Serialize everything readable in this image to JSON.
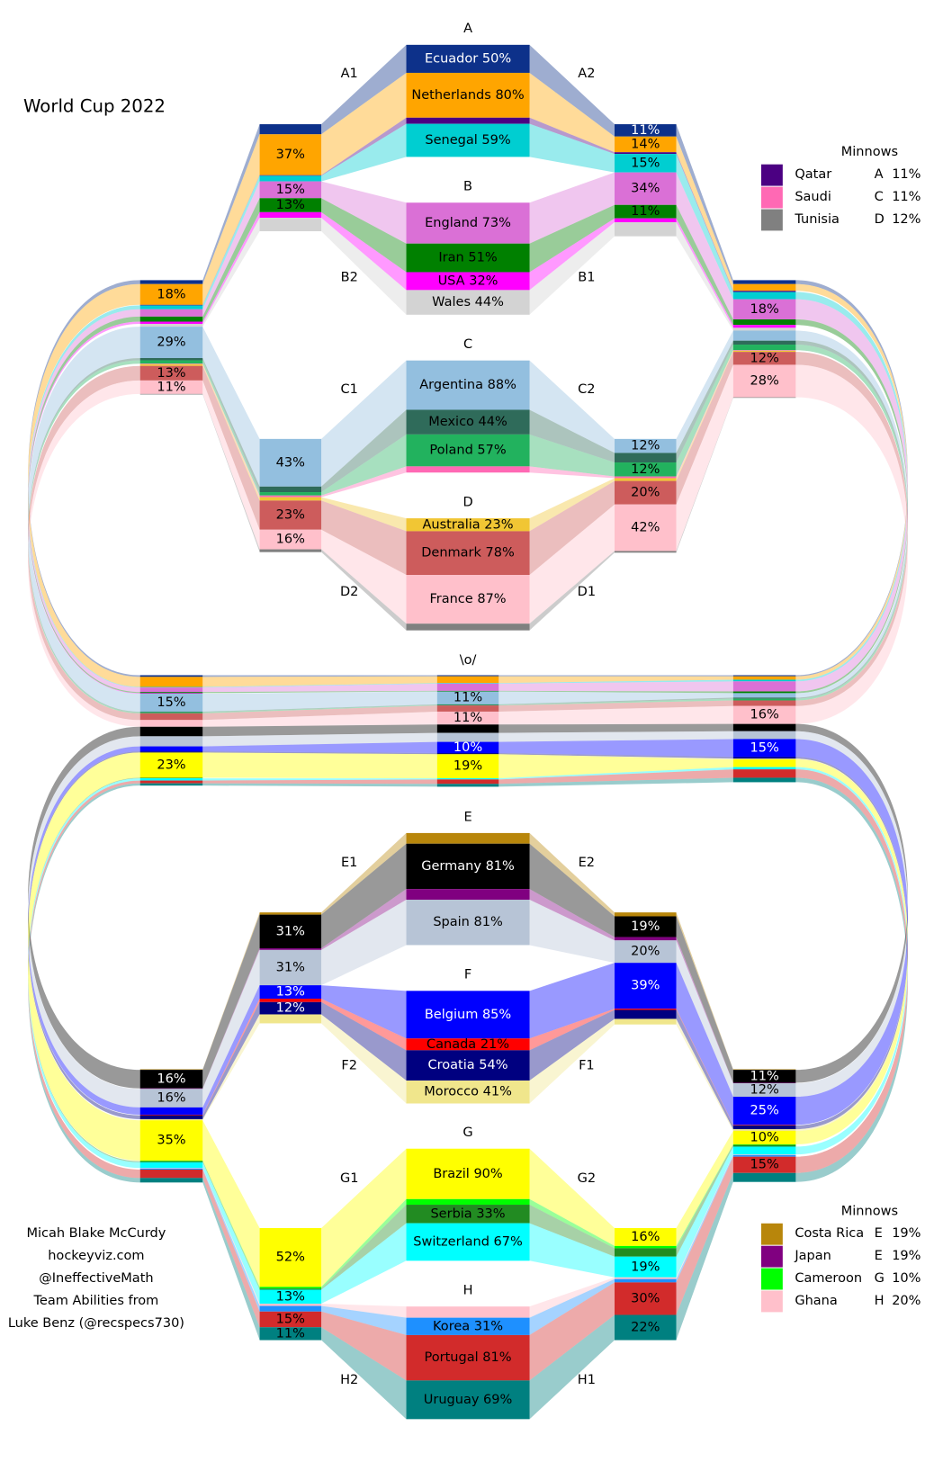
{
  "chart_data": {
    "type": "sankey-bracket",
    "title": "World Cup 2022",
    "team_colors": {
      "Ecuador": "#0d318a",
      "Netherlands": "#ffa500",
      "Qatar": "#4b0082",
      "Senegal": "#00ced1",
      "England": "#da70d6",
      "Iran": "#008000",
      "USA": "#ff00ff",
      "Wales": "#d3d3d3",
      "Argentina": "#93bfdf",
      "Mexico": "#2f6b5a",
      "Poland": "#22b25e",
      "Saudi": "#ff69b4",
      "Australia": "#f1c634",
      "Denmark": "#cd5c5c",
      "France": "#ffc0cb",
      "Tunisia": "#808080",
      "Costa Rica": "#b8860b",
      "Germany": "#000000",
      "Japan": "#800080",
      "Spain": "#b7c4d6",
      "Belgium": "#0000ff",
      "Canada": "#ff0000",
      "Croatia": "#000080",
      "Morocco": "#f0e68c",
      "Brazil": "#ffff00",
      "Cameroon": "#00ff00",
      "Serbia": "#228b22",
      "Switzerland": "#00ffff",
      "Ghana": "#ffc0cb",
      "Korea": "#1e90ff",
      "Portugal": "#d22b2b",
      "Uruguay": "#008080"
    },
    "light_text_teams": [
      "Ecuador",
      "Qatar",
      "Germany",
      "Japan",
      "Belgium",
      "Croatia"
    ],
    "groups": [
      {
        "name": "A",
        "teams": [
          [
            "Ecuador",
            50
          ],
          [
            "Netherlands",
            80
          ],
          [
            "Qatar",
            11
          ],
          [
            "Senegal",
            59
          ]
        ]
      },
      {
        "name": "B",
        "teams": [
          [
            "England",
            73
          ],
          [
            "Iran",
            51
          ],
          [
            "USA",
            32
          ],
          [
            "Wales",
            44
          ]
        ]
      },
      {
        "name": "C",
        "teams": [
          [
            "Argentina",
            88
          ],
          [
            "Mexico",
            44
          ],
          [
            "Poland",
            57
          ],
          [
            "Saudi",
            11
          ]
        ]
      },
      {
        "name": "D",
        "teams": [
          [
            "Australia",
            23
          ],
          [
            "Denmark",
            78
          ],
          [
            "France",
            87
          ],
          [
            "Tunisia",
            12
          ]
        ]
      },
      {
        "name": "E",
        "teams": [
          [
            "Costa Rica",
            19
          ],
          [
            "Germany",
            81
          ],
          [
            "Japan",
            19
          ],
          [
            "Spain",
            81
          ]
        ]
      },
      {
        "name": "F",
        "teams": [
          [
            "Belgium",
            85
          ],
          [
            "Canada",
            21
          ],
          [
            "Croatia",
            54
          ],
          [
            "Morocco",
            41
          ]
        ]
      },
      {
        "name": "G",
        "teams": [
          [
            "Brazil",
            90
          ],
          [
            "Cameroon",
            10
          ],
          [
            "Serbia",
            33
          ],
          [
            "Switzerland",
            67
          ]
        ]
      },
      {
        "name": "H",
        "teams": [
          [
            "Ghana",
            20
          ],
          [
            "Korea",
            31
          ],
          [
            "Portugal",
            81
          ],
          [
            "Uruguay",
            69
          ]
        ]
      }
    ],
    "slot_labels": [
      "A1",
      "A2",
      "B2",
      "B1",
      "C1",
      "C2",
      "D2",
      "D1",
      "E1",
      "E2",
      "F2",
      "F1",
      "G1",
      "G2",
      "H2",
      "H1"
    ],
    "final_label": "\\o/",
    "columns": {
      "r16_ab_left": [
        [
          "Ecuador",
          18
        ],
        [
          "Netherlands",
          73,
          "37%"
        ],
        [
          "Qatar",
          1
        ],
        [
          "Senegal",
          10
        ],
        [
          "England",
          30,
          "15%"
        ],
        [
          "Iran",
          25,
          "13%"
        ],
        [
          "USA",
          10
        ],
        [
          "Wales",
          24
        ]
      ],
      "r16_ab_right": [
        [
          "Ecuador",
          22,
          "11%"
        ],
        [
          "Netherlands",
          28,
          "14%"
        ],
        [
          "Qatar",
          3
        ],
        [
          "Senegal",
          33,
          "15%"
        ],
        [
          "England",
          58,
          "34%"
        ],
        [
          "Iran",
          24,
          "11%"
        ],
        [
          "USA",
          7
        ],
        [
          "Wales",
          25
        ]
      ],
      "r16_cd_left": [
        [
          "Argentina",
          85,
          "43%"
        ],
        [
          "Mexico",
          10
        ],
        [
          "Poland",
          6
        ],
        [
          "Saudi",
          3
        ],
        [
          "Australia",
          6
        ],
        [
          "Denmark",
          52,
          "23%"
        ],
        [
          "France",
          35,
          "16%"
        ],
        [
          "Tunisia",
          5
        ]
      ],
      "r16_cd_right": [
        [
          "Argentina",
          25,
          "12%"
        ],
        [
          "Mexico",
          17
        ],
        [
          "Poland",
          25,
          "12%"
        ],
        [
          "Saudi",
          3
        ],
        [
          "Australia",
          5
        ],
        [
          "Denmark",
          42,
          "20%"
        ],
        [
          "France",
          83,
          "42%"
        ],
        [
          "Tunisia",
          3
        ]
      ],
      "r16_ef_left": [
        [
          "Costa Rica",
          4
        ],
        [
          "Germany",
          60,
          "31%"
        ],
        [
          "Japan",
          3
        ],
        [
          "Spain",
          63,
          "31%"
        ],
        [
          "Belgium",
          24,
          "13%"
        ],
        [
          "Canada",
          6
        ],
        [
          "Croatia",
          22,
          "12%"
        ],
        [
          "Morocco",
          16
        ]
      ],
      "r16_ef_right": [
        [
          "Costa Rica",
          7
        ],
        [
          "Germany",
          37,
          "19%"
        ],
        [
          "Japan",
          6
        ],
        [
          "Spain",
          40,
          "20%"
        ],
        [
          "Belgium",
          82,
          "39%"
        ],
        [
          "Canada",
          2
        ],
        [
          "Croatia",
          16
        ],
        [
          "Morocco",
          10
        ]
      ],
      "r16_gh_left": [
        [
          "Brazil",
          105,
          "52%"
        ],
        [
          "Cameroon",
          3
        ],
        [
          "Serbia",
          2
        ],
        [
          "Switzerland",
          25,
          "13%"
        ],
        [
          "Ghana",
          4
        ],
        [
          "Korea",
          10
        ],
        [
          "Portugal",
          28,
          "15%"
        ],
        [
          "Uruguay",
          23,
          "11%"
        ]
      ],
      "r16_gh_right": [
        [
          "Brazil",
          32,
          "16%"
        ],
        [
          "Cameroon",
          4
        ],
        [
          "Serbia",
          15
        ],
        [
          "Switzerland",
          37,
          "19%"
        ],
        [
          "Ghana",
          3
        ],
        [
          "Korea",
          6
        ],
        [
          "Portugal",
          58,
          "30%"
        ],
        [
          "Uruguay",
          45,
          "22%"
        ]
      ],
      "qf_top_left": [
        [
          "Ecuador",
          7
        ],
        [
          "Netherlands",
          37,
          "18%"
        ],
        [
          "Qatar",
          1
        ],
        [
          "Senegal",
          7
        ],
        [
          "England",
          13
        ],
        [
          "Iran",
          9
        ],
        [
          "USA",
          4
        ],
        [
          "Wales",
          5
        ],
        [
          "Argentina",
          56,
          "29%"
        ],
        [
          "Mexico",
          4
        ],
        [
          "Poland",
          6
        ],
        [
          "Saudi",
          1
        ],
        [
          "Australia",
          3
        ],
        [
          "Denmark",
          26,
          "13%"
        ],
        [
          "France",
          24,
          "11%"
        ],
        [
          "Tunisia",
          1
        ]
      ],
      "qf_top_right": [
        [
          "Ecuador",
          7
        ],
        [
          "Netherlands",
          12
        ],
        [
          "Qatar",
          2
        ],
        [
          "Senegal",
          13
        ],
        [
          "England",
          36,
          "18%"
        ],
        [
          "Iran",
          10
        ],
        [
          "USA",
          5
        ],
        [
          "Wales",
          5
        ],
        [
          "Argentina",
          18
        ],
        [
          "Mexico",
          7
        ],
        [
          "Poland",
          10
        ],
        [
          "Saudi",
          1
        ],
        [
          "Australia",
          2
        ],
        [
          "Denmark",
          23,
          "12%"
        ],
        [
          "France",
          58,
          "28%"
        ],
        [
          "Tunisia",
          1
        ]
      ],
      "qf_bottom_left": [
        [
          "Costa Rica",
          1
        ],
        [
          "Germany",
          33,
          "16%"
        ],
        [
          "Japan",
          1
        ],
        [
          "Spain",
          33,
          "16%"
        ],
        [
          "Belgium",
          13
        ],
        [
          "Canada",
          1
        ],
        [
          "Croatia",
          7
        ],
        [
          "Morocco",
          2
        ],
        [
          "Brazil",
          72,
          "35%"
        ],
        [
          "Cameroon",
          1
        ],
        [
          "Serbia",
          2
        ],
        [
          "Switzerland",
          10
        ],
        [
          "Ghana",
          1
        ],
        [
          "Korea",
          2
        ],
        [
          "Portugal",
          15
        ],
        [
          "Uruguay",
          8
        ]
      ],
      "qf_bottom_right": [
        [
          "Costa Rica",
          1
        ],
        [
          "Germany",
          23,
          "11%"
        ],
        [
          "Japan",
          1
        ],
        [
          "Spain",
          24,
          "12%"
        ],
        [
          "Belgium",
          50,
          "25%"
        ],
        [
          "Canada",
          1
        ],
        [
          "Croatia",
          7
        ],
        [
          "Morocco",
          3
        ],
        [
          "Brazil",
          24,
          "10%"
        ],
        [
          "Cameroon",
          1
        ],
        [
          "Serbia",
          3
        ],
        [
          "Switzerland",
          14
        ],
        [
          "Ghana",
          1
        ],
        [
          "Korea",
          3
        ],
        [
          "Portugal",
          29,
          "15%"
        ],
        [
          "Uruguay",
          16
        ]
      ],
      "semi_left": [
        [
          "Ecuador",
          3
        ],
        [
          "Netherlands",
          18
        ],
        [
          "Senegal",
          1
        ],
        [
          "England",
          8
        ],
        [
          "Iran",
          2
        ],
        [
          "USA",
          1
        ],
        [
          "Argentina",
          32,
          "15%"
        ],
        [
          "Mexico",
          1
        ],
        [
          "Poland",
          2
        ],
        [
          "Denmark",
          12
        ],
        [
          "France",
          12
        ],
        [
          "Germany",
          17
        ],
        [
          "Spain",
          18
        ],
        [
          "Belgium",
          9
        ],
        [
          "Croatia",
          2
        ],
        [
          "Brazil",
          45,
          "23%"
        ],
        [
          "Serbia",
          1
        ],
        [
          "Switzerland",
          4
        ],
        [
          "Portugal",
          5
        ],
        [
          "Uruguay",
          4
        ]
      ],
      "final": [
        [
          "Ecuador",
          2
        ],
        [
          "Netherlands",
          12
        ],
        [
          "Senegal",
          1
        ],
        [
          "England",
          13
        ],
        [
          "Iran",
          1
        ],
        [
          "Argentina",
          23,
          "11%"
        ],
        [
          "Mexico",
          1
        ],
        [
          "Poland",
          1
        ],
        [
          "Denmark",
          11
        ],
        [
          "France",
          23,
          "11%"
        ],
        [
          "Germany",
          15
        ],
        [
          "Spain",
          16
        ],
        [
          "Belgium",
          20,
          "10%"
        ],
        [
          "Croatia",
          2
        ],
        [
          "Brazil",
          43,
          "19%"
        ],
        [
          "Switzerland",
          2
        ],
        [
          "Portugal",
          8
        ],
        [
          "Uruguay",
          5
        ]
      ],
      "semi_right": [
        [
          "Ecuador",
          2
        ],
        [
          "Netherlands",
          6
        ],
        [
          "Senegal",
          3
        ],
        [
          "England",
          18
        ],
        [
          "Iran",
          3
        ],
        [
          "Argentina",
          8
        ],
        [
          "Mexico",
          2
        ],
        [
          "Poland",
          3
        ],
        [
          "Denmark",
          10
        ],
        [
          "France",
          32,
          "16%"
        ],
        [
          "Germany",
          13
        ],
        [
          "Spain",
          14
        ],
        [
          "Belgium",
          32,
          "15%"
        ],
        [
          "Croatia",
          3
        ],
        [
          "Morocco",
          1
        ],
        [
          "Brazil",
          14
        ],
        [
          "Switzerland",
          4
        ],
        [
          "Portugal",
          15
        ],
        [
          "Uruguay",
          8
        ]
      ]
    },
    "legends": [
      {
        "title": "Minnows",
        "rows": [
          [
            "Qatar",
            "A",
            "11%"
          ],
          [
            "Saudi",
            "C",
            "11%"
          ],
          [
            "Tunisia",
            "D",
            "12%"
          ]
        ]
      },
      {
        "title": "Minnows",
        "rows": [
          [
            "Costa Rica",
            "E",
            "19%"
          ],
          [
            "Japan",
            "E",
            "19%"
          ],
          [
            "Cameroon",
            "G",
            "10%"
          ],
          [
            "Ghana",
            "H",
            "20%"
          ]
        ]
      }
    ],
    "credits": [
      "Micah Blake McCurdy",
      "hockeyviz.com",
      "@IneffectiveMath",
      "Team Abilities from",
      "Luke Benz (@recspecs730)"
    ]
  }
}
